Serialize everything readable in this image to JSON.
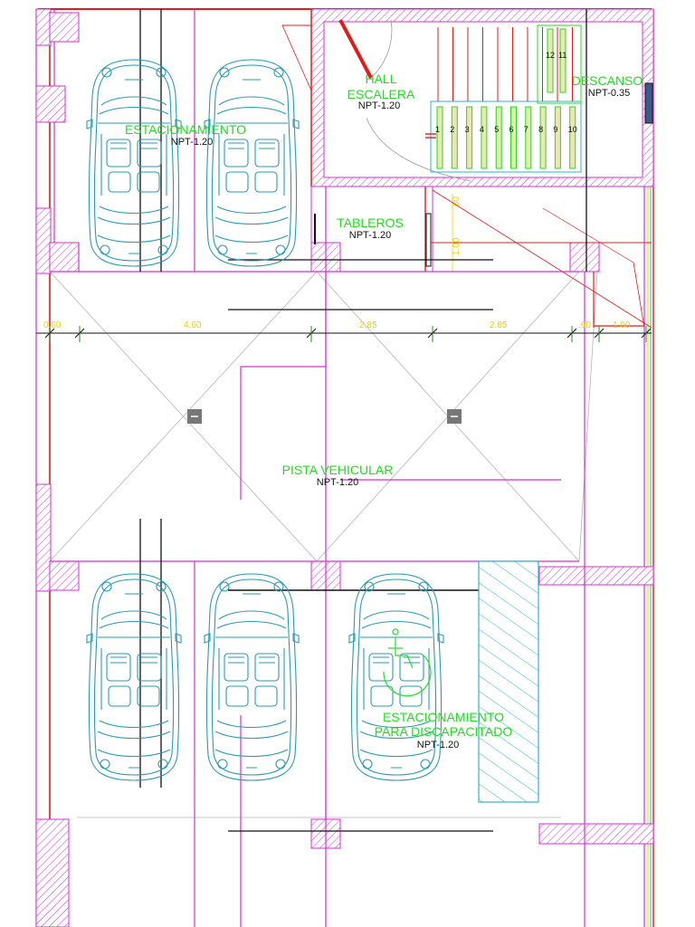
{
  "colors": {
    "label": "#22dd22",
    "dimension": "#e8d400",
    "wall": "#d62fd6",
    "red_line": "#e21b1b",
    "car": "#2a9ab3",
    "cyan": "#2fb6c9"
  },
  "labels": {
    "estacionamiento_top": {
      "title": "ESTACIONAMIENTO",
      "level": "NPT-1.20"
    },
    "hall": {
      "line1": "HALL",
      "line2": "ESCALERA",
      "level": "NPT-1.20"
    },
    "descanso": {
      "title": "DESCANSO",
      "level": "NPT-0.35"
    },
    "tableros": {
      "title": "TABLEROS",
      "level": "NPT-1.20"
    },
    "pista": {
      "title": "PISTA VEHICULAR",
      "level": "NPT-1.20"
    },
    "discapacitado": {
      "line1": "ESTACIONAMIENTO",
      "line2": "PARA DISCAPACITADO",
      "level": "NPT-1.20"
    }
  },
  "dimensions": [
    "0.60",
    "4.60",
    "2.85",
    "2.85",
    ".60",
    "1.00"
  ],
  "door_dims": [
    "80",
    "1.00"
  ],
  "stair_steps": [
    "1",
    "2",
    "3",
    "4",
    "5",
    "6",
    "7",
    "8",
    "9",
    "10"
  ],
  "landing_steps": [
    "12",
    "11"
  ],
  "icons": {
    "car": "car-topview-icon",
    "accessible": "wheelchair-icon",
    "column_marker": "column-marker-icon"
  }
}
